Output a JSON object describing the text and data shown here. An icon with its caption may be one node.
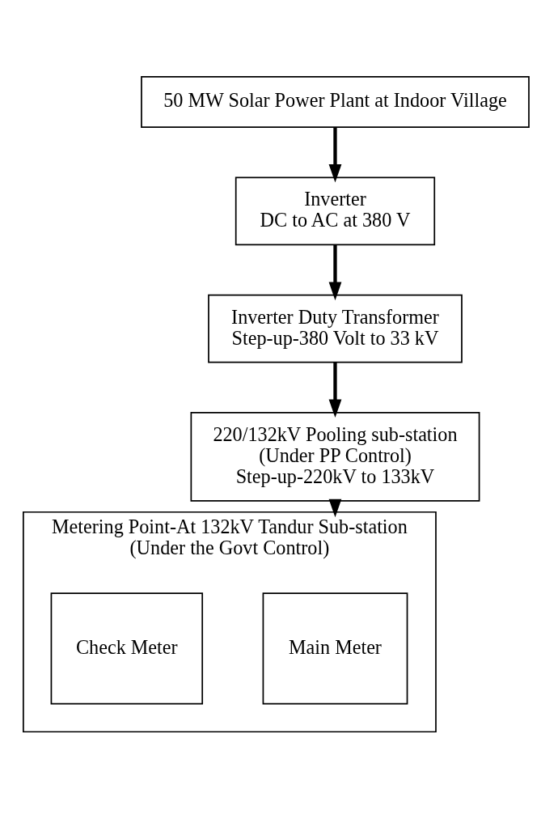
{
  "diagram": {
    "nodes": [
      {
        "text": [
          "50 MW Solar Power Plant at Indoor Village"
        ]
      },
      {
        "text": [
          "Inverter",
          "DC to AC at 380 V"
        ]
      },
      {
        "text": [
          "Inverter Duty Transformer",
          "Step-up-380 Volt to 33 kV"
        ]
      },
      {
        "text": [
          "220/132kV Pooling sub-station",
          "(Under PP Control)",
          "Step-up-220kV to 133kV"
        ]
      },
      {
        "text": [
          "Metering Point-At 132kV Tandur Sub-station",
          "(Under the Govt Control)"
        ]
      },
      {
        "text": [
          "Main Meter"
        ],
        "in": 4
      },
      {
        "text": [
          "Check Meter"
        ],
        "in": 4
      }
    ],
    "edges": [
      {
        "from": 0,
        "to": 1,
        "arrow": "to"
      },
      {
        "from": 1,
        "to": 2,
        "arrow": "to"
      },
      {
        "from": 2,
        "to": 3,
        "arrow": "to"
      },
      {
        "from": 3,
        "to": 4,
        "arrow": "to"
      }
    ]
  }
}
